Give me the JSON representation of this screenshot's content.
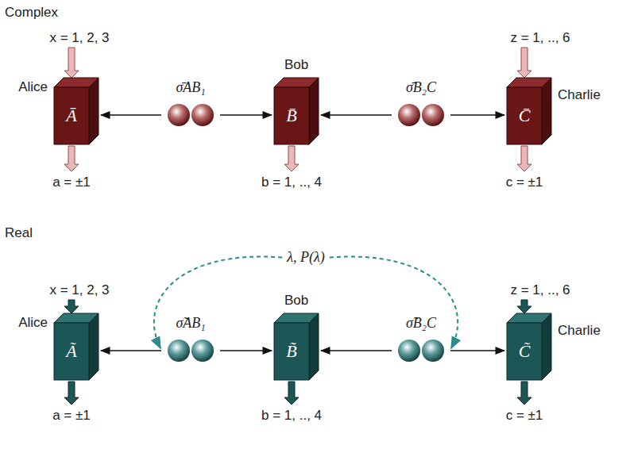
{
  "diagram": {
    "nodes": [
      {
        "text": [
          "Alice",
          "Ā"
        ]
      },
      {
        "text": [
          "σ̄AB₁"
        ]
      },
      {
        "text": [
          "Bob",
          "B̄"
        ]
      },
      {
        "text": [
          "σ̄B₂C"
        ]
      },
      {
        "text": [
          "Charlie",
          "C̄"
        ]
      },
      {
        "text": [
          "λ, P(λ)"
        ]
      },
      {
        "text": [
          "Alice",
          "Ã"
        ]
      },
      {
        "text": [
          "σ̃AB₁"
        ]
      },
      {
        "text": [
          "Bob",
          "B̃"
        ]
      },
      {
        "text": [
          "σ̃B₂C"
        ]
      },
      {
        "text": [
          "Charlie",
          "C̃"
        ]
      }
    ],
    "edges": [
      {
        "from": 1,
        "to": 0,
        "arrow": "to"
      },
      {
        "from": 1,
        "to": 2,
        "arrow": "to"
      },
      {
        "from": 3,
        "to": 2,
        "arrow": "to"
      },
      {
        "from": 3,
        "to": 4,
        "arrow": "to"
      },
      {
        "from": 5,
        "to": 7,
        "arrow": "to"
      },
      {
        "from": 5,
        "to": 9,
        "arrow": "to"
      },
      {
        "from": 7,
        "to": 6,
        "arrow": "to"
      },
      {
        "from": 7,
        "to": 8,
        "arrow": "to"
      },
      {
        "from": 9,
        "to": 8,
        "arrow": "to"
      },
      {
        "from": 9,
        "to": 10,
        "arrow": "to"
      }
    ],
    "labels": [
      "Complex",
      "x = 1, 2, 3",
      "z = 1, .., 6",
      "a = ±1",
      "b = 1, .., 4",
      "c = ±1",
      "Real",
      "x = 1, 2, 3",
      "z = 1, .., 6",
      "a = ±1",
      "b = 1, .., 4",
      "c = ±1"
    ]
  }
}
